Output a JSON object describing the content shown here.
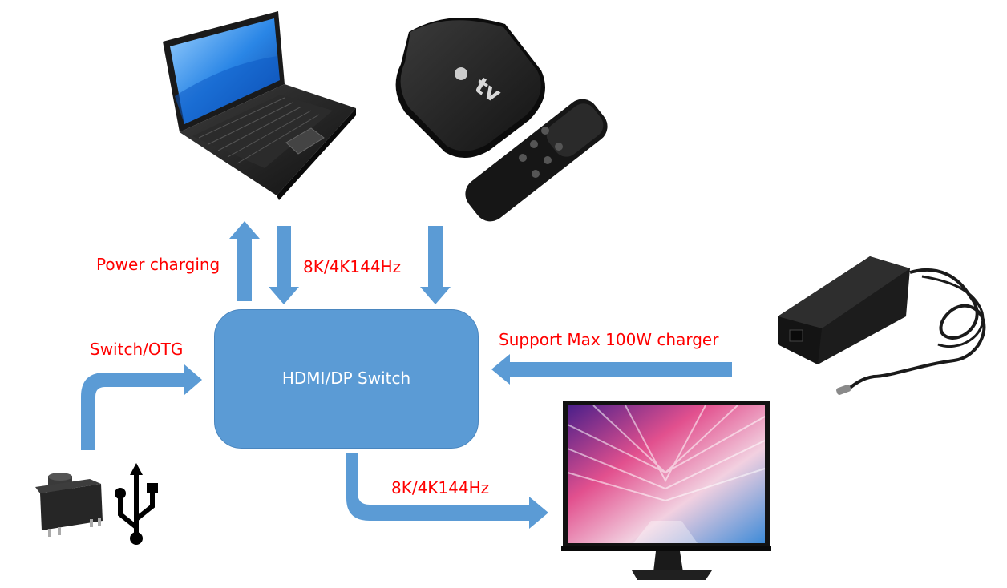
{
  "diagram": {
    "center_box": "HDMI/DP Switch",
    "labels": {
      "power_charging": "Power charging",
      "video_in": "8K/4K144Hz",
      "switch_otg": "Switch/OTG",
      "charger": "Support Max 100W charger",
      "video_out": "8K/4K144Hz"
    },
    "devices": {
      "apple_tv_logo": "tv"
    }
  },
  "colors": {
    "arrow": "#5b9bd5",
    "label_text": "#ff0000",
    "box_text": "#ffffff"
  },
  "icons": [
    "laptop-icon",
    "apple-tv-icon",
    "remote-icon",
    "charger-icon",
    "monitor-icon",
    "push-button-icon",
    "usb-icon"
  ]
}
